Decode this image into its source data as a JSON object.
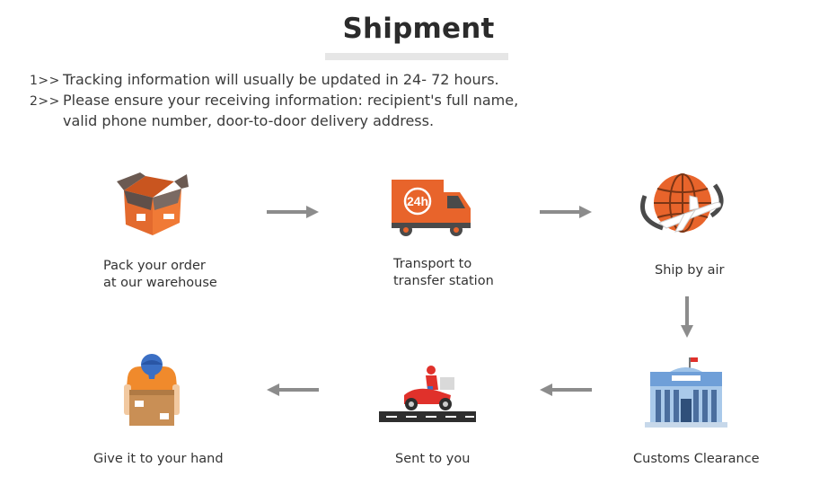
{
  "title": "Shipment",
  "notes": [
    {
      "num": "1>>",
      "text": "Tracking information will usually be updated in 24- 72 hours."
    },
    {
      "num": "2>>",
      "text": "Please ensure your receiving information: recipient's full name,",
      "cont": "valid phone number, door-to-door delivery address."
    }
  ],
  "steps": [
    {
      "line1": "Pack your order",
      "line2": "at our warehouse",
      "icon": "box-icon"
    },
    {
      "line1": "Transport to",
      "line2": "transfer station",
      "icon": "truck-24h-icon"
    },
    {
      "line1": "Ship by air",
      "icon": "globe-airplane-icon"
    },
    {
      "line1": "Customs Clearance",
      "icon": "customs-building-icon"
    },
    {
      "line1": "Sent to you",
      "icon": "scooter-courier-icon"
    },
    {
      "line1": "Give it to your hand",
      "icon": "delivery-person-icon"
    }
  ],
  "colors": {
    "accent": "#e8642b",
    "arrow": "#8c8c8c",
    "dark": "#4a4a4a",
    "blue": "#3b6fc4"
  }
}
